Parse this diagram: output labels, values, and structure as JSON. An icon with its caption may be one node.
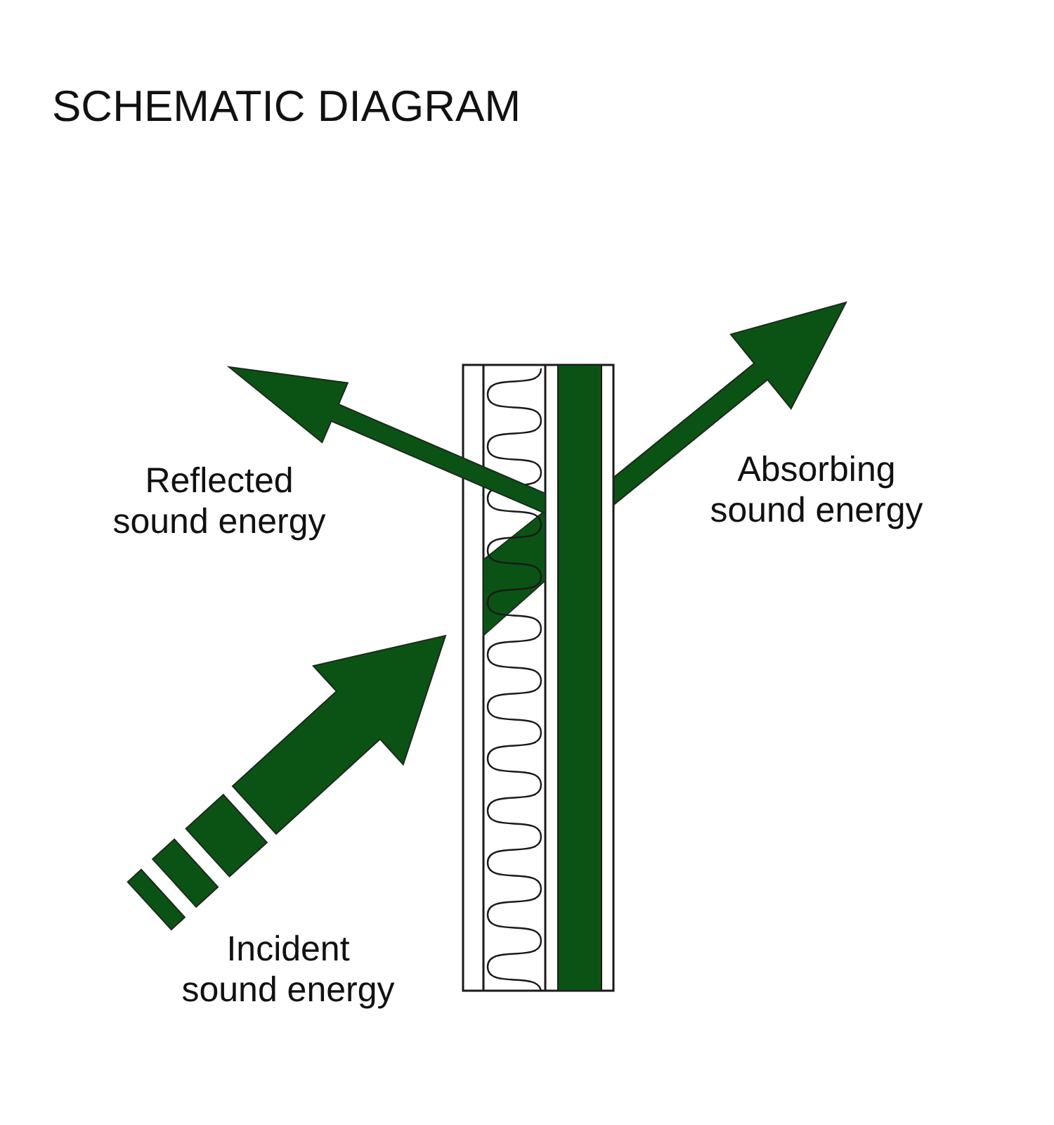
{
  "diagram": {
    "title": "SCHEMATIC DIAGRAM",
    "labels": [
      "Reflected sound energy",
      "Absorbing sound energy",
      "Incident sound energy"
    ]
  }
}
